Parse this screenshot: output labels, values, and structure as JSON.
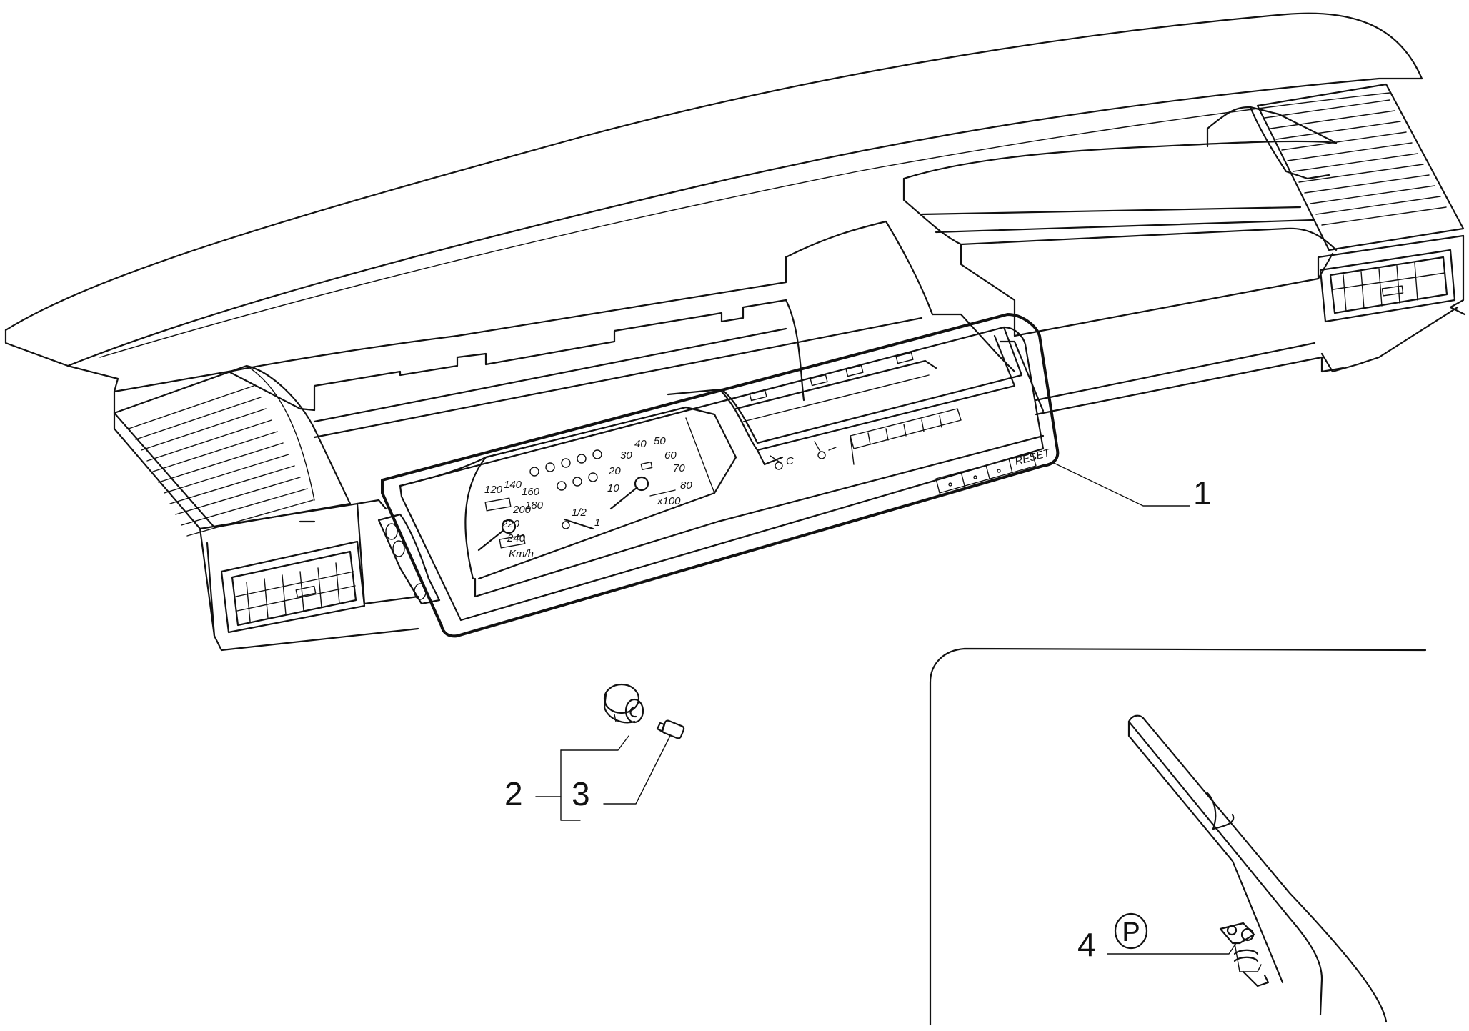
{
  "diagram": {
    "callouts": [
      {
        "id": "1",
        "label": "1"
      },
      {
        "id": "2",
        "label": "2"
      },
      {
        "id": "3",
        "label": "3"
      },
      {
        "id": "4",
        "label": "4"
      }
    ],
    "parking_symbol": "P",
    "speedometer_scale": [
      "120",
      "140",
      "160",
      "180",
      "200",
      "220",
      "240"
    ],
    "speed_unit": "Km/h",
    "tachometer_scale": [
      "10",
      "20",
      "30",
      "40",
      "50",
      "60",
      "70",
      "80"
    ],
    "tachometer_multiplier": "x100",
    "fuel_gauge_marks": [
      "1/2",
      "1"
    ],
    "temperature_mark": "C",
    "clock_button": "RESET"
  }
}
